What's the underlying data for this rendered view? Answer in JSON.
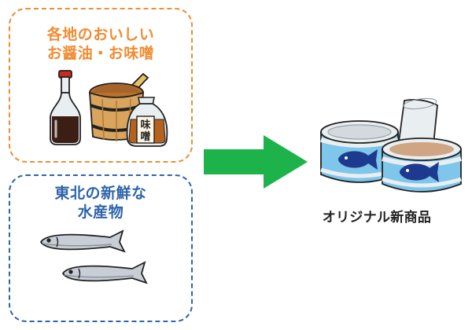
{
  "source_box": {
    "title_line1": "各地のおいしい",
    "title_line2": "お醤油・お味噌",
    "border_color": "#f08c33",
    "miso_bag_text_1": "味",
    "miso_bag_text_2": "噌",
    "icons": [
      "soy-sauce-bottle-icon",
      "miso-barrel-icon",
      "miso-bag-icon"
    ]
  },
  "seafood_box": {
    "title_line1": "東北の新鮮な",
    "title_line2": "水産物",
    "border_color": "#2f64a8",
    "icons": [
      "saury-fish-icon",
      "saury-fish-icon"
    ]
  },
  "arrow": {
    "color": "#1db34a",
    "icon": "right-arrow-icon"
  },
  "product": {
    "label": "オリジナル新商品",
    "icons": [
      "fish-can-icon",
      "open-fish-can-icon"
    ]
  }
}
